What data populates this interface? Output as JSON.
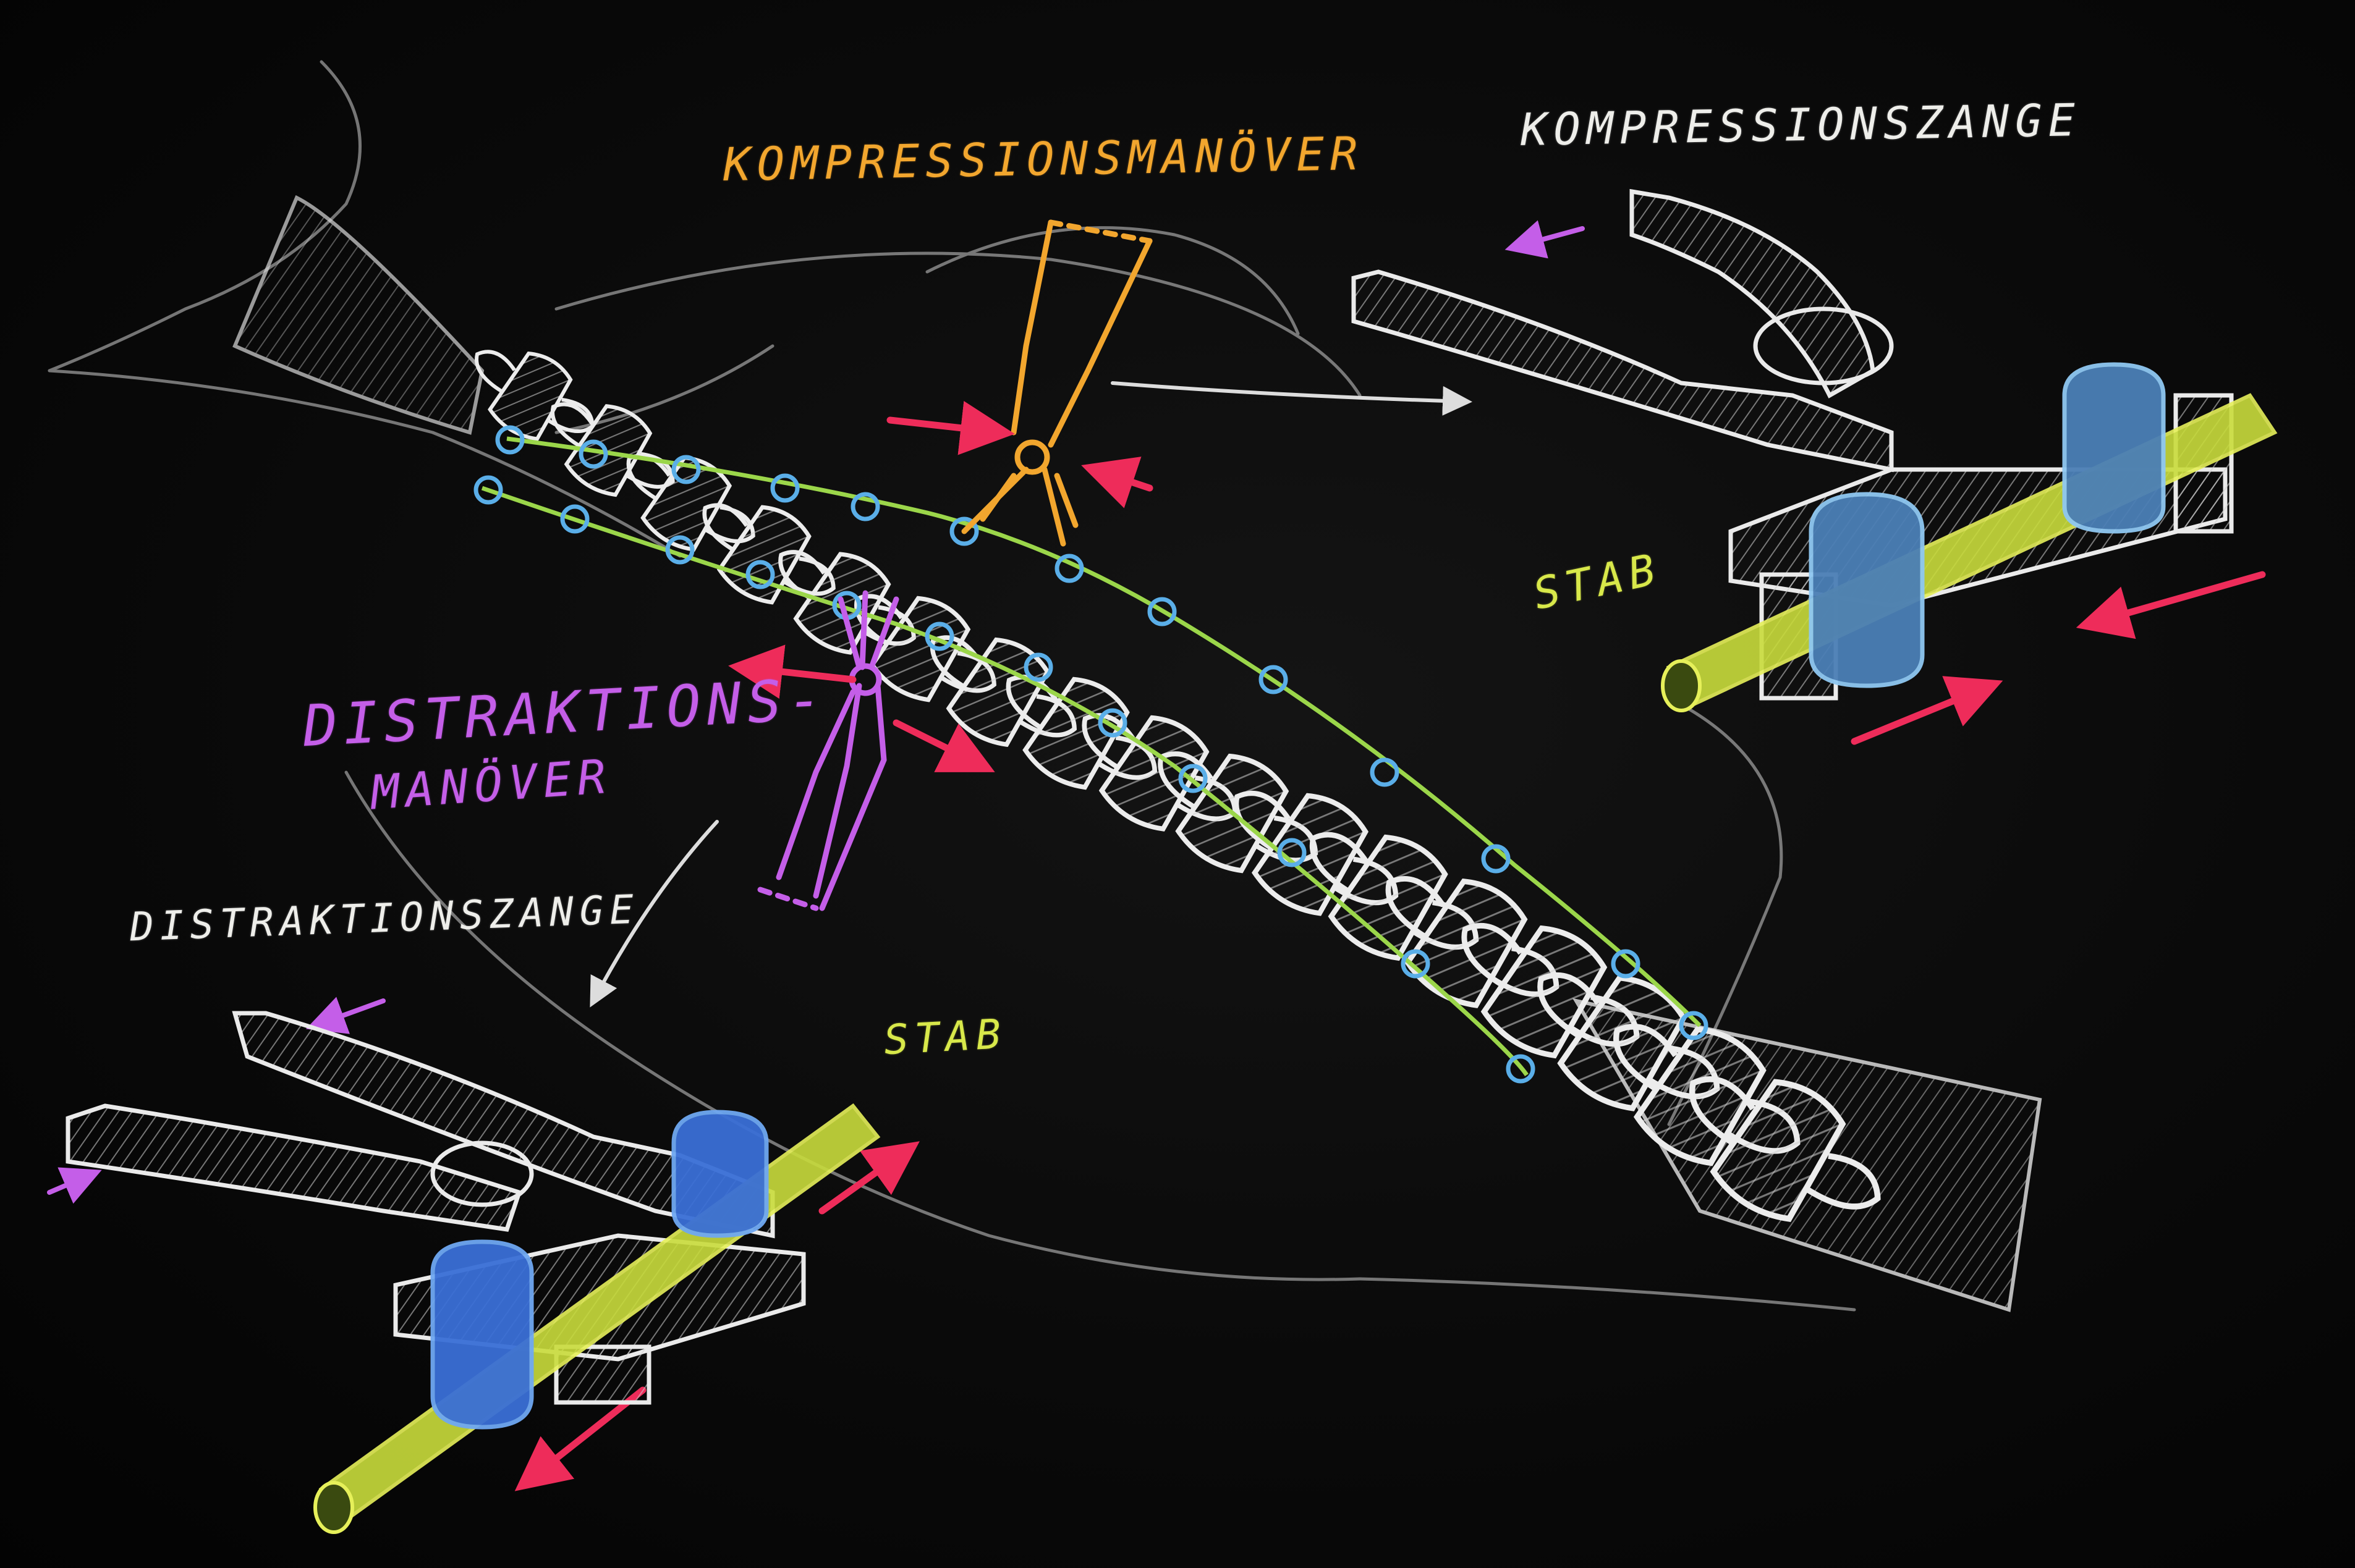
{
  "labels": {
    "kompressionsmanoever": "KOMPRESSIONSMANÖVER",
    "kompressionszange": "KOMPRESSIONSZANGE",
    "distraktions_line1": "DISTRAKTIONS-",
    "distraktions_line2": "MANÖVER",
    "distraktionszange": "DISTRAKTIONSZANGE",
    "stab_top": "STAB",
    "stab_bottom": "STAB"
  },
  "colors": {
    "board": "#0a0a0a",
    "chalk_white": "#eeeeea",
    "compression": "#f2a62e",
    "distraction": "#c45ee8",
    "rod": "#d8e84a",
    "rod_line": "#9bd64a",
    "screw": "#5aaee8",
    "arrow": "#ee2c5a"
  }
}
